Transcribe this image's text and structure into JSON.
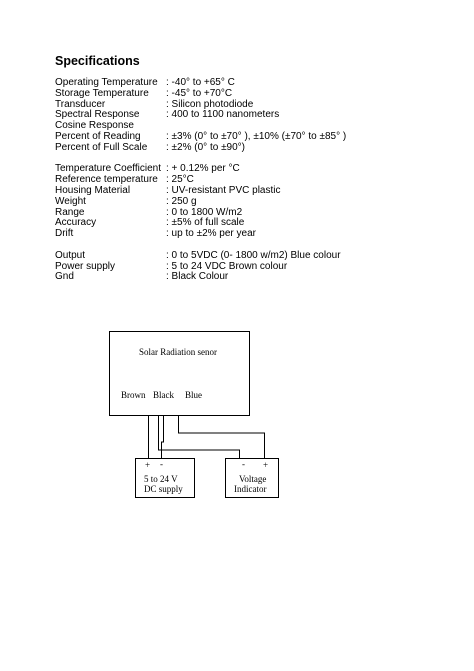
{
  "title": "Specifications",
  "specs_group1": [
    {
      "label": "Operating Temperature",
      "value": " :  -40° to +65° C"
    },
    {
      "label": "Storage Temperature",
      "value": " : -45° to +70°C"
    },
    {
      "label": "Transducer",
      "value": ": Silicon photodiode"
    },
    {
      "label": "Spectral Response",
      "value": ": 400 to 1100 nanometers"
    },
    {
      "label": "Cosine Response",
      "value": ""
    },
    {
      "label": "Percent of Reading",
      "value": ": ±3% (0° to ±70° ), ±10% (±70° to ±85° )"
    },
    {
      "label": "Percent of Full Scale",
      "value": " :  ±2% (0° to ±90°)"
    }
  ],
  "specs_group2": [
    {
      "label": "Temperature Coefficient",
      "value": ": + 0.12% per °C"
    },
    {
      "label": "Reference temperature",
      "value": ": 25°C"
    },
    {
      "label": "Housing Material",
      "value": ": UV-resistant PVC plastic"
    },
    {
      "label": "Weight",
      "value": ": 250 g"
    },
    {
      "label": "Range",
      "value": ": 0 to 1800 W/m2"
    },
    {
      "label": "Accuracy",
      "value": ": ±5% of full scale"
    },
    {
      "label": "Drift",
      "value": ": up to ±2% per year"
    }
  ],
  "specs_group3": [
    {
      "label": "Output",
      "value": ": 0 to  5VDC  (0- 1800 w/m2)  Blue  colour"
    },
    {
      "label": "Power supply",
      "value": ": 5 to 24  VDC   Brown  colour"
    },
    {
      "label": "Gnd",
      "value": " : Black  Colour"
    }
  ],
  "diagram": {
    "sensor_label": "Solar Radiation senor",
    "wire_brown": "Brown",
    "wire_black": "Black",
    "wire_blue": "Blue",
    "supply_plus": "+",
    "supply_minus": "-",
    "supply_line1": "5 to 24 V",
    "supply_line2": "DC  supply",
    "indicator_minus": "-",
    "indicator_plus": "+",
    "indicator_line1": "Voltage",
    "indicator_line2": "Indicator"
  }
}
